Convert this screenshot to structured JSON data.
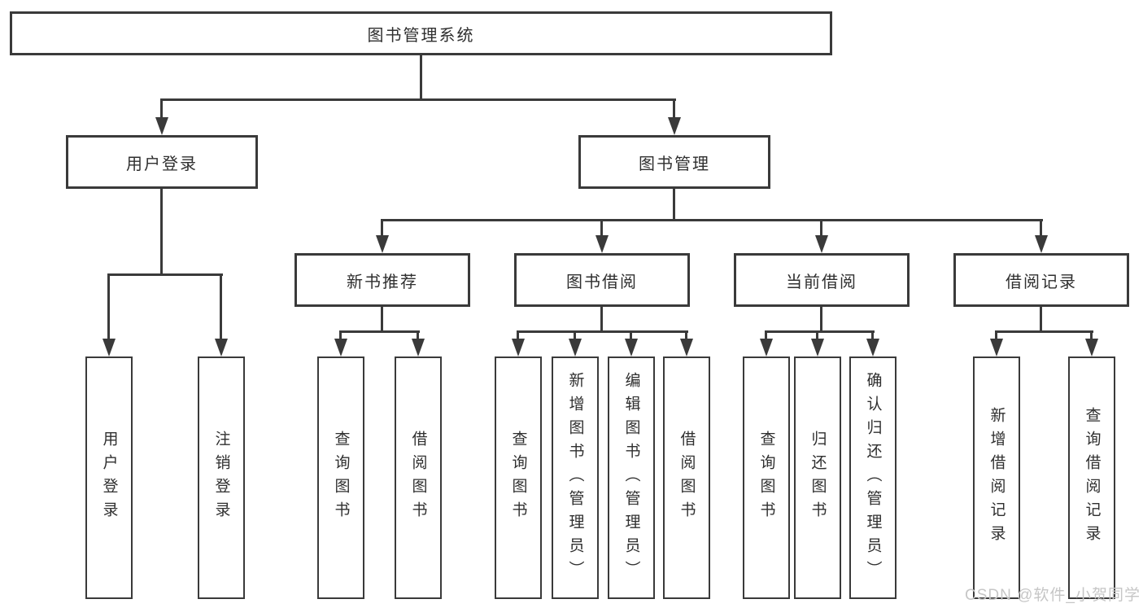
{
  "diagram": {
    "root": {
      "label": "图书管理系统"
    },
    "children": [
      {
        "label": "用户登录",
        "children": [
          {
            "label": "用户登录"
          },
          {
            "label": "注销登录"
          }
        ]
      },
      {
        "label": "图书管理",
        "children": [
          {
            "label": "新书推荐",
            "children": [
              {
                "label": "查询图书"
              },
              {
                "label": "借阅图书"
              }
            ]
          },
          {
            "label": "图书借阅",
            "children": [
              {
                "label": "查询图书"
              },
              {
                "label": "新增图书（管理员）"
              },
              {
                "label": "编辑图书（管理员）"
              },
              {
                "label": "借阅图书"
              }
            ]
          },
          {
            "label": "当前借阅",
            "children": [
              {
                "label": "查询图书"
              },
              {
                "label": "归还图书"
              },
              {
                "label": "确认归还（管理员）"
              }
            ]
          },
          {
            "label": "借阅记录",
            "children": [
              {
                "label": "新增借阅记录"
              },
              {
                "label": "查询借阅记录"
              }
            ]
          }
        ]
      }
    ]
  },
  "watermark": {
    "text": "CSDN @软件_小贺同学"
  },
  "colors": {
    "line": "#3a3a3a",
    "text": "#2f2f2f",
    "watermark": "#c6c6c6",
    "background": "#ffffff"
  }
}
